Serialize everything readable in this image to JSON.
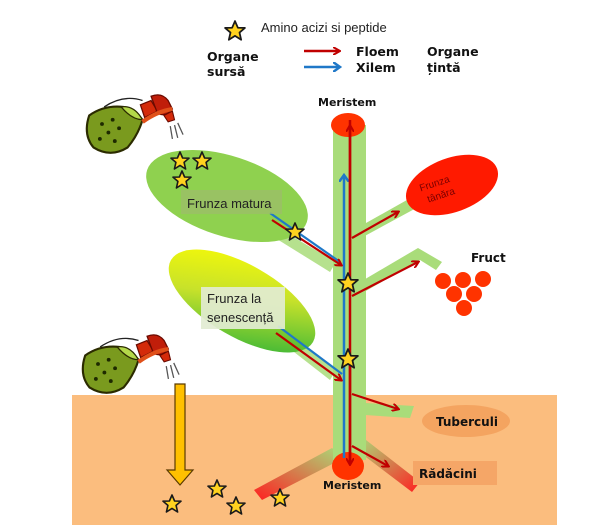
{
  "legend": {
    "star_meaning": "Amino acizi si peptide",
    "phloem_label": "Floem",
    "xylem_label": "Xilem",
    "phloem_color": "#c00000",
    "xylem_color": "#1f78c8",
    "source_organs_line1": "Organe",
    "source_organs_line2": "sursă",
    "target_organs_line1": "Organe",
    "target_organs_line2": "țintă"
  },
  "organs": {
    "meristem_top": "Meristem",
    "meristem_bottom": "Meristem",
    "young_leaf_line1": "Frunza",
    "young_leaf_line2": "tânăra",
    "mature_leaf": "Frunza matura",
    "senescent_leaf_line1": "Frunza la",
    "senescent_leaf_line2": "senescență",
    "fruit": "Fruct",
    "tubers": "Tuberculi",
    "roots": "Rădăcini"
  },
  "colors": {
    "stem": "#a9dc7a",
    "soil": "#fbbd7e",
    "meristem": "#ff3300",
    "young_leaf": "#ff0000",
    "fruit": "#ff3300",
    "tuber": "#f4a460",
    "star_fill": "#ffd21f",
    "uptake_arrow": "#ffc000"
  }
}
